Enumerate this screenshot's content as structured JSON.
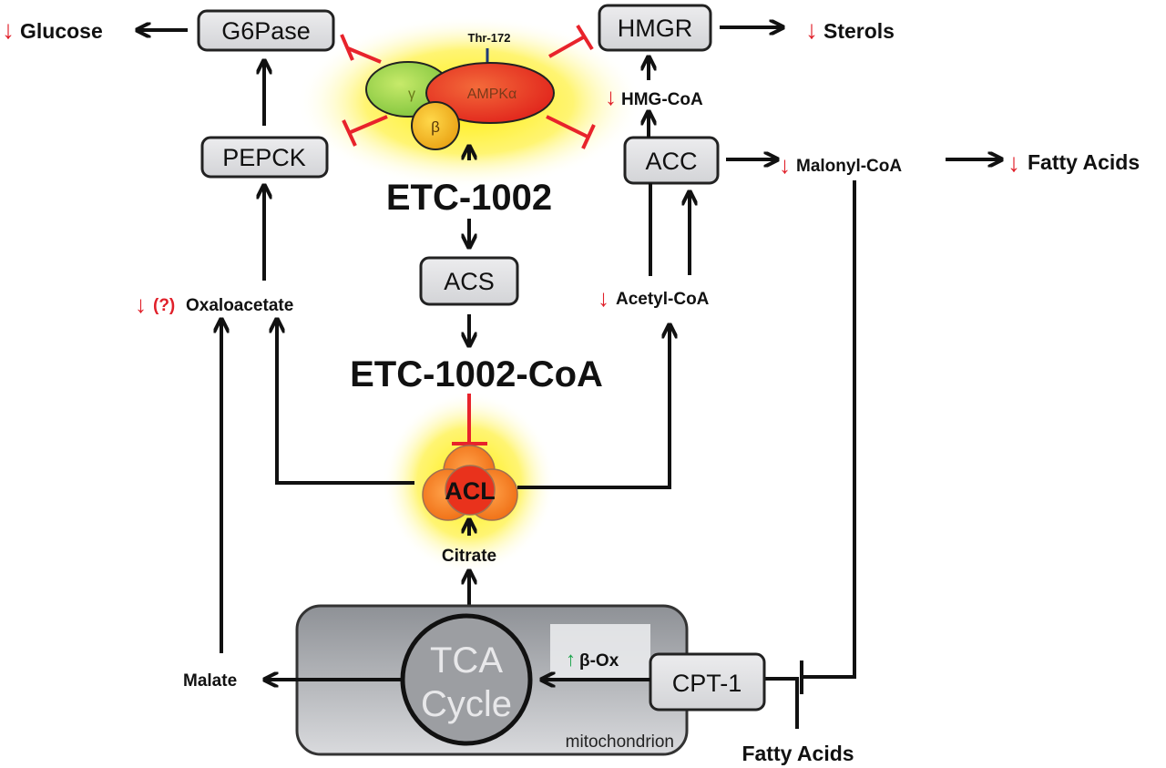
{
  "diagram": {
    "title": "ETC-1002 mechanism of action",
    "colors": {
      "inhibit": "#e8232b",
      "decrease_arrow": "#e8232b",
      "increase_arrow": "#1aa34a",
      "box_fill": "#e1e1e3",
      "glow": "#ffee00",
      "ampk_alpha": "#e8371d",
      "ampk_gamma": "#9bd24a",
      "ampk_beta": "#f2b51c",
      "acl": "#f07a1a",
      "mitochondrion": "#a8aaae"
    },
    "enzymes": {
      "g6pase": "G6Pase",
      "pepck": "PEPCK",
      "hmgr": "HMGR",
      "acc": "ACC",
      "acs": "ACS",
      "cpt1": "CPT-1"
    },
    "ampk": {
      "alpha": "AMPKα",
      "gamma": "γ",
      "beta": "β",
      "site": "Thr-172"
    },
    "drug": {
      "name": "ETC-1002",
      "coa": "ETC-1002-CoA"
    },
    "acl": "ACL",
    "metabolites": {
      "glucose": "Glucose",
      "sterols": "Sterols",
      "hmg_coa": "HMG-CoA",
      "malonyl_coa": "Malonyl-CoA",
      "fatty_acids_top": "Fatty Acids",
      "oxaloacetate": "Oxaloacetate",
      "oxaloacetate_qualifier": "(?)",
      "acetyl_coa": "Acetyl-CoA",
      "citrate": "Citrate",
      "malate": "Malate",
      "fatty_acids_bottom": "Fatty Acids"
    },
    "mitochondrion": {
      "label": "mitochondrion",
      "tca_line1": "TCA",
      "tca_line2": "Cycle",
      "beta_ox": "β-Ox"
    },
    "glyphs": {
      "down": "↓",
      "up": "↑"
    }
  }
}
